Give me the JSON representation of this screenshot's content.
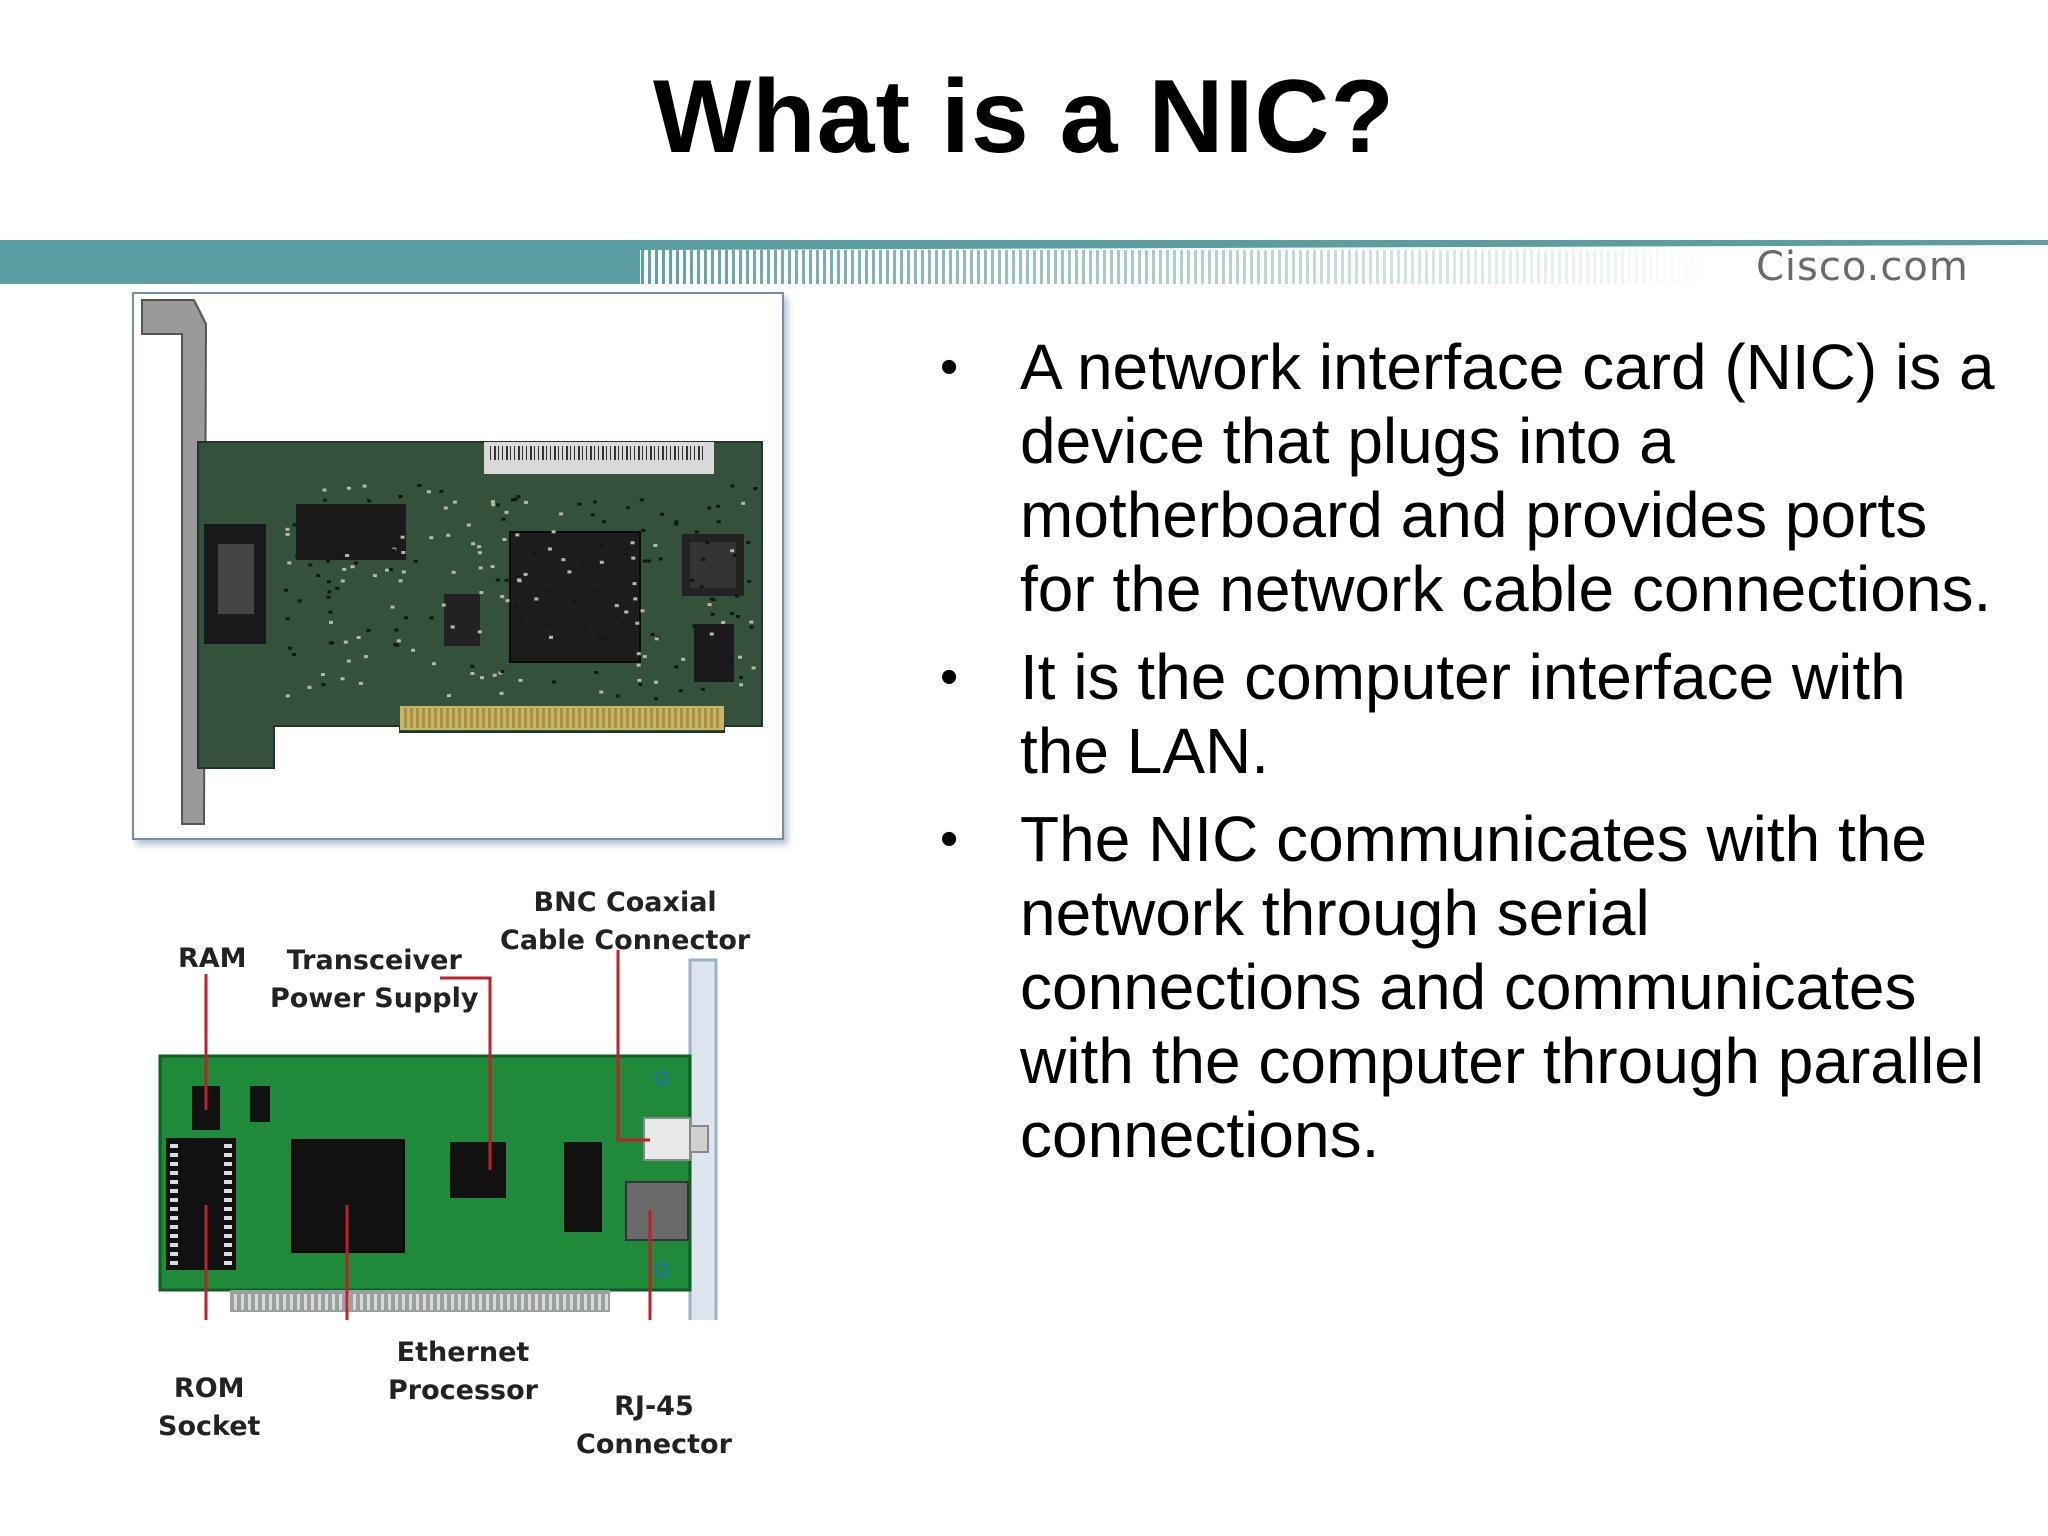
{
  "slide": {
    "title": "What is a NIC?",
    "brand": "Cisco.com"
  },
  "bullets": [
    {
      "marker": "•",
      "text": "A network interface card (NIC) is a device that plugs into a motherboard and provides ports for the network cable connections."
    },
    {
      "marker": "•",
      "text": "It is the computer interface with the LAN."
    },
    {
      "marker": "•",
      "text": "The NIC communicates with the network through serial connections and communicates with the computer through parallel connections."
    }
  ],
  "diagram": {
    "labels": {
      "ram": "RAM",
      "transceiver_line1": "Transceiver",
      "transceiver_line2": "Power Supply",
      "bnc_line1": "BNC Coaxial",
      "bnc_line2": "Cable Connector",
      "rom_line1": "ROM",
      "rom_line2": "Socket",
      "ethernet_line1": "Ethernet",
      "ethernet_line2": "Processor",
      "rj45_line1": "RJ-45",
      "rj45_line2": "Connector"
    },
    "colors": {
      "board": "#1f8a3a",
      "leader": "#c0202a",
      "chip": "#111111"
    }
  },
  "colors": {
    "band": "#5b9ea1",
    "photo_board": "#2f5a3a"
  }
}
